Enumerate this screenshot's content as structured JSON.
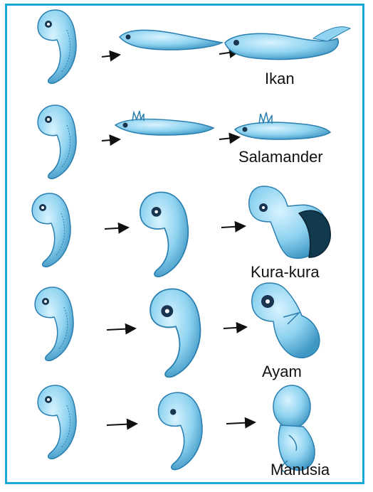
{
  "colors": {
    "border": "#1aa8d8",
    "embryo_fill": "#8fd3f0",
    "embryo_light": "#c9ecfb",
    "embryo_dark": "#2a7fb0",
    "arrow": "#111111",
    "shell": "#123a4e"
  },
  "rows": [
    {
      "label": "Ikan",
      "stages": [
        "early-embryo",
        "mid-embryo-fish",
        "late-embryo-fish"
      ]
    },
    {
      "label": "Salamander",
      "stages": [
        "early-embryo",
        "mid-embryo-salamander",
        "late-embryo-salamander"
      ]
    },
    {
      "label": "Kura-kura",
      "stages": [
        "early-embryo",
        "mid-embryo-turtle",
        "late-embryo-turtle"
      ]
    },
    {
      "label": "Ayam",
      "stages": [
        "early-embryo",
        "mid-embryo-chicken",
        "late-embryo-chicken"
      ]
    },
    {
      "label": "Manusia",
      "stages": [
        "early-embryo",
        "mid-embryo-human",
        "late-embryo-human"
      ]
    }
  ]
}
